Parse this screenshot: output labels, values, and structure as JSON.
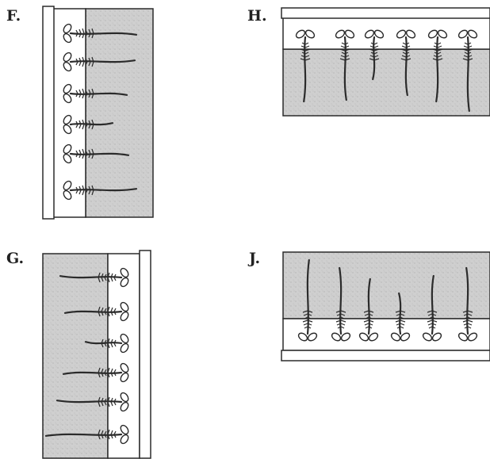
{
  "panels": [
    {
      "label": "F.",
      "soil_side": "right",
      "seedling_count": 6
    },
    {
      "label": "H.",
      "soil_side": "bottom",
      "seedling_count": 6
    },
    {
      "label": "G.",
      "soil_side": "left",
      "seedling_count": 6
    },
    {
      "label": "J.",
      "soil_side": "top",
      "seedling_count": 6
    }
  ],
  "colors": {
    "soil": "#cfcfcf",
    "ink": "#2b2b2b",
    "frame": "#ffffff"
  }
}
